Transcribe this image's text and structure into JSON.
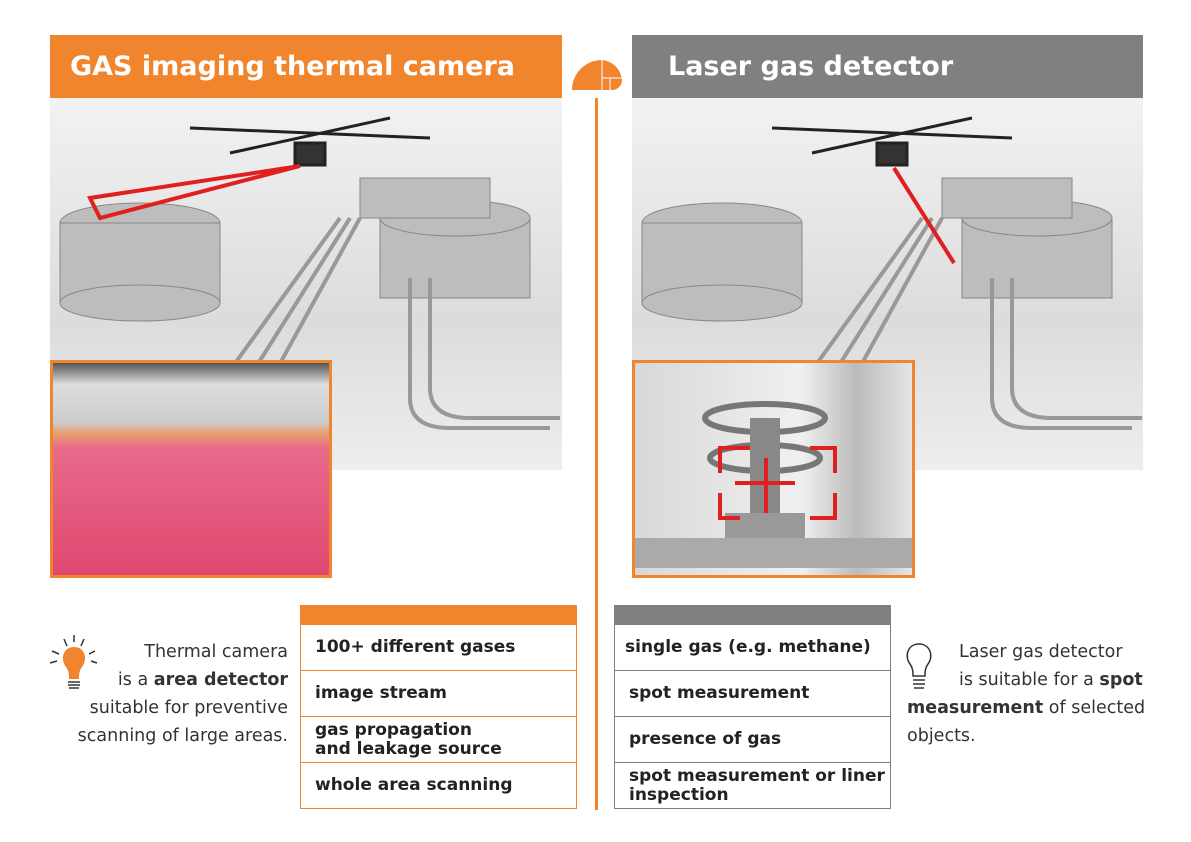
{
  "left": {
    "title": "GAS imaging thermal camera",
    "note": {
      "line1": "Thermal camera",
      "line2a": "is a ",
      "line2b": "area detector",
      "line3": "suitable for preventive",
      "line4": "scanning of large areas."
    },
    "features": [
      "100+ different gases",
      "image stream",
      "gas propagation\nand leakage source",
      "whole area scanning"
    ],
    "color": "#f0852d"
  },
  "right": {
    "title": "Laser gas detector",
    "note": {
      "line1": "Laser gas detector",
      "line2a": "is suitable for a ",
      "line2b": "spot",
      "line3a": "measurement",
      "line3b": " of selected",
      "line4": "objects."
    },
    "features": [
      "single gas (e.g. methane)",
      "spot measurement",
      "presence of gas",
      "spot measurement or liner\ninspection"
    ],
    "color": "#808080"
  },
  "icons": [
    "lightbulb-icon",
    "golden-spiral-logo"
  ]
}
